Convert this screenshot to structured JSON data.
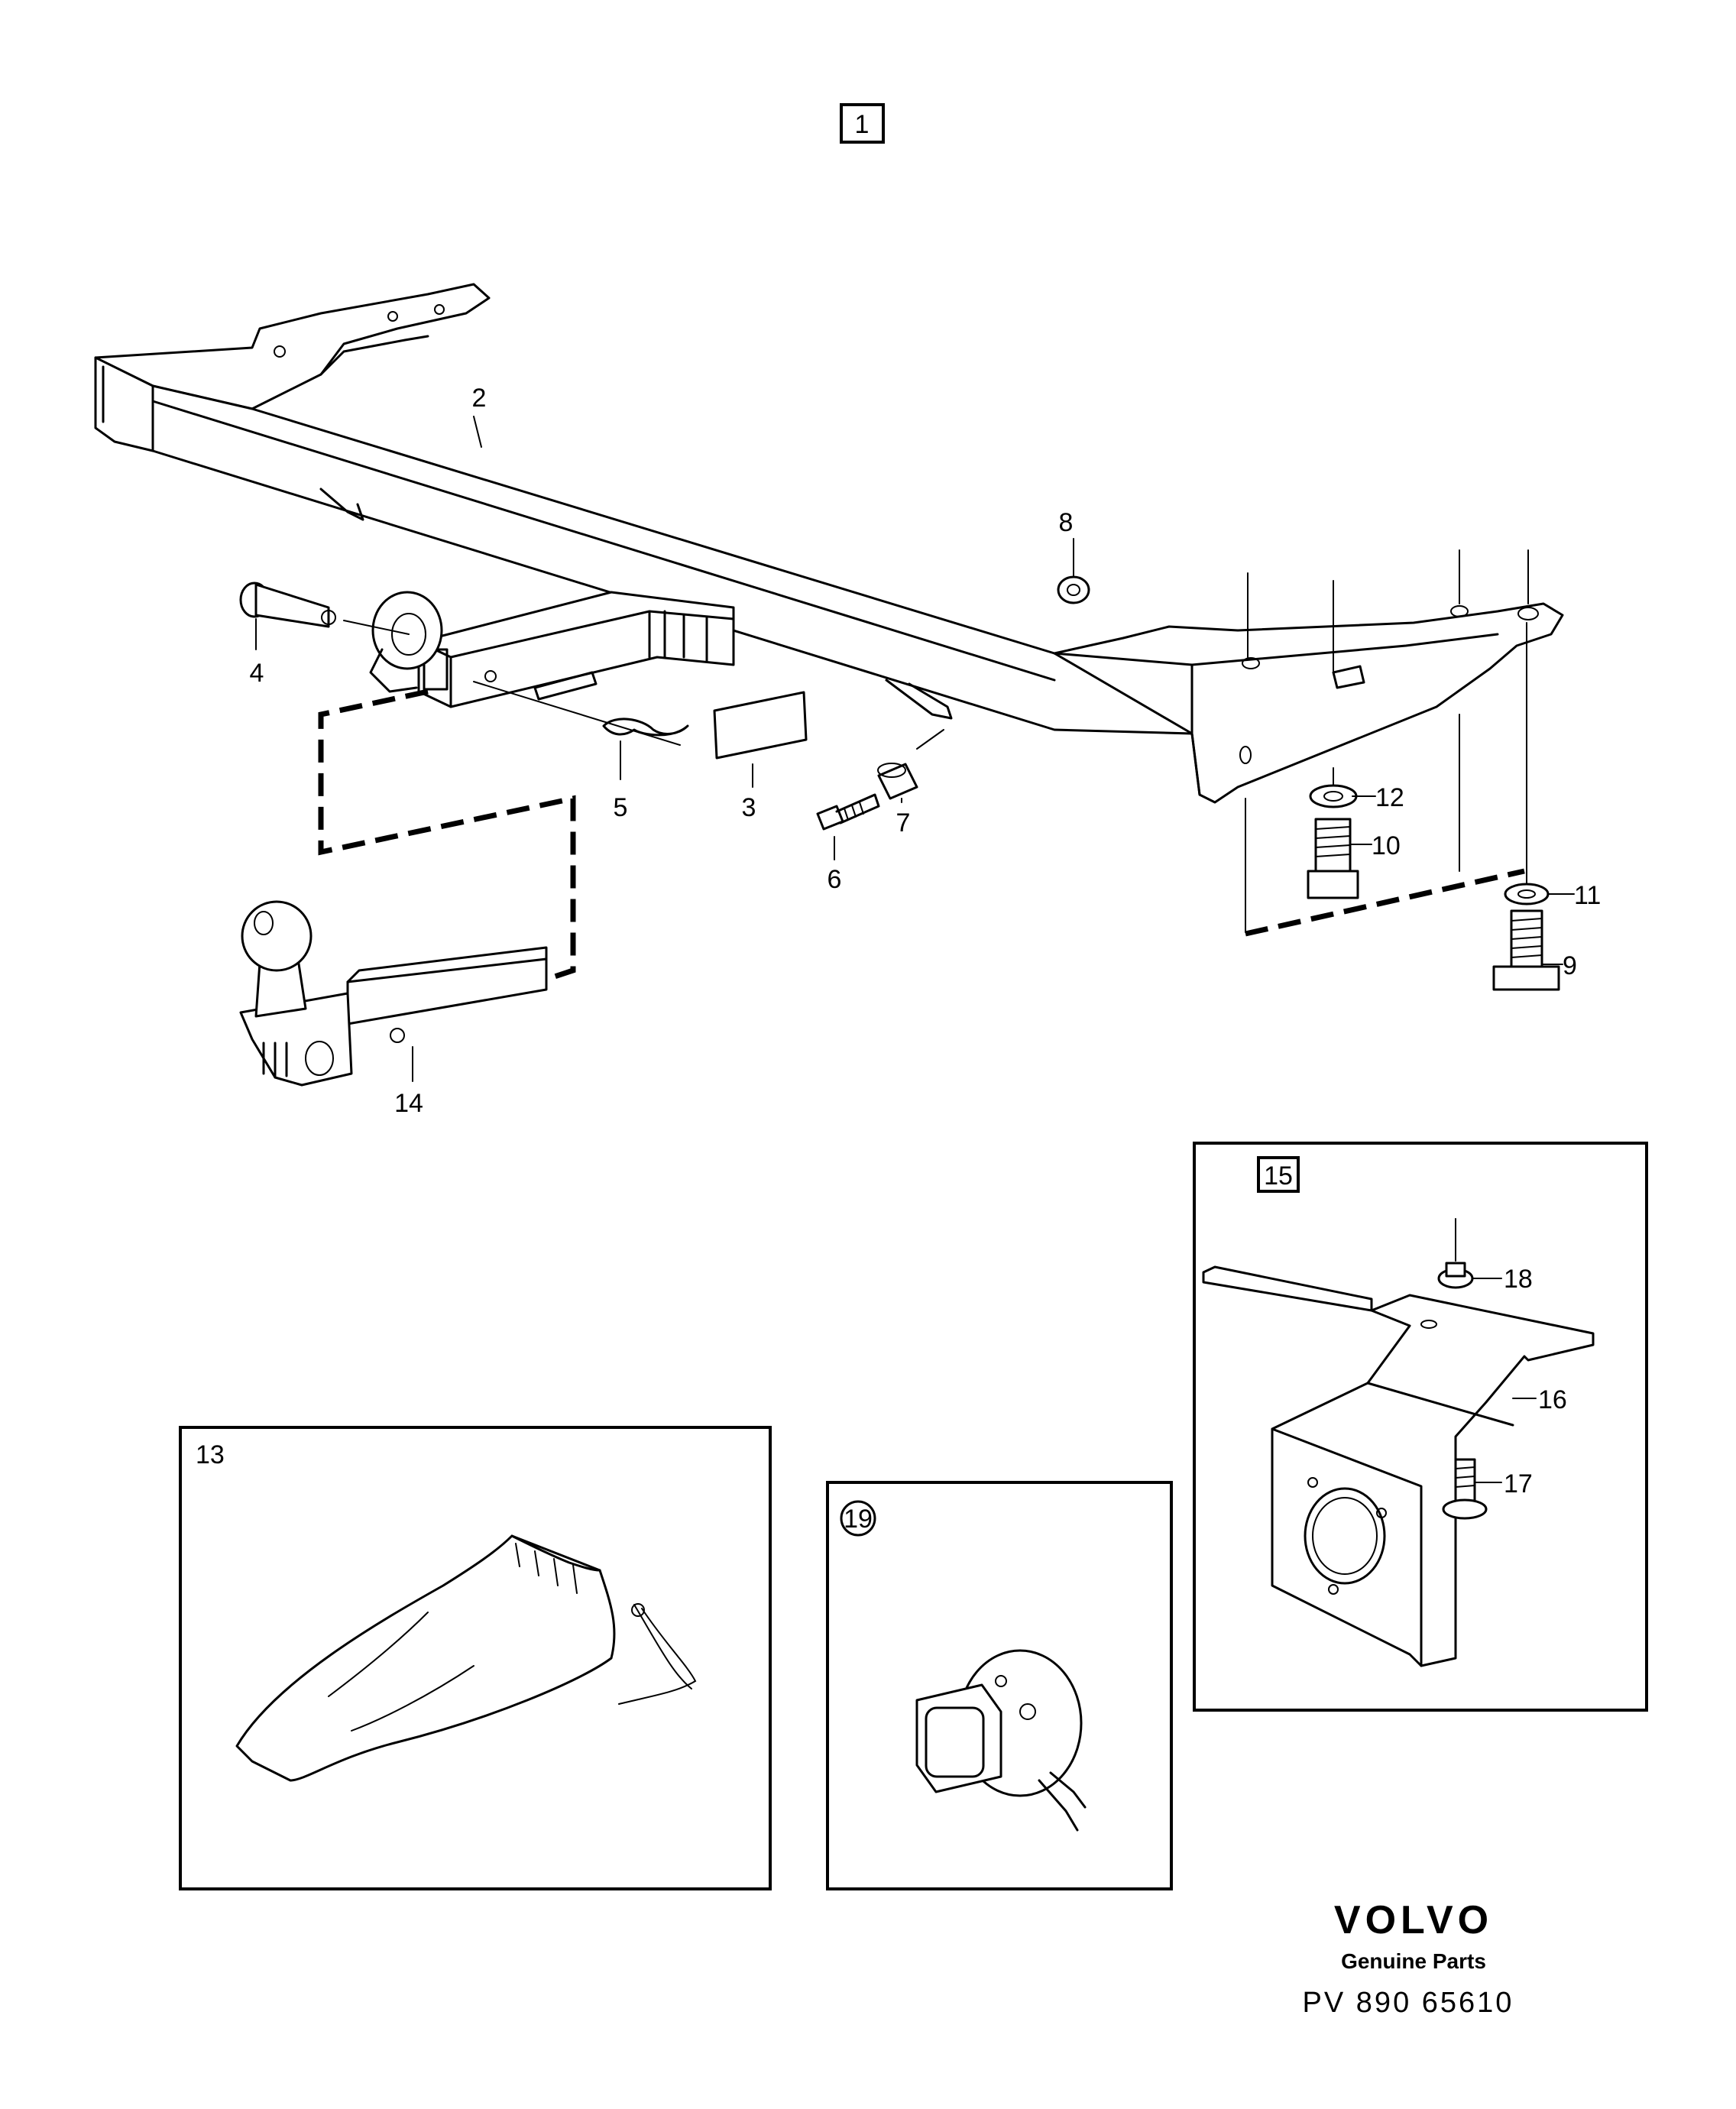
{
  "diagram": {
    "group_label": "1",
    "callouts": [
      {
        "id": "2",
        "label": "2"
      },
      {
        "id": "3",
        "label": "3"
      },
      {
        "id": "4",
        "label": "4"
      },
      {
        "id": "5",
        "label": "5"
      },
      {
        "id": "6",
        "label": "6"
      },
      {
        "id": "7",
        "label": "7"
      },
      {
        "id": "8",
        "label": "8"
      },
      {
        "id": "9",
        "label": "9"
      },
      {
        "id": "10",
        "label": "10"
      },
      {
        "id": "11",
        "label": "11"
      },
      {
        "id": "12",
        "label": "12"
      },
      {
        "id": "14",
        "label": "14"
      }
    ],
    "inset_bag": {
      "label": "13"
    },
    "inset_socket": {
      "label": "19"
    },
    "inset_bracket": {
      "label": "15",
      "callouts": [
        {
          "id": "16",
          "label": "16"
        },
        {
          "id": "17",
          "label": "17"
        },
        {
          "id": "18",
          "label": "18"
        }
      ]
    }
  },
  "branding": {
    "logo": "VOLVO",
    "subtitle": "Genuine Parts",
    "code": "PV 890 65610"
  }
}
